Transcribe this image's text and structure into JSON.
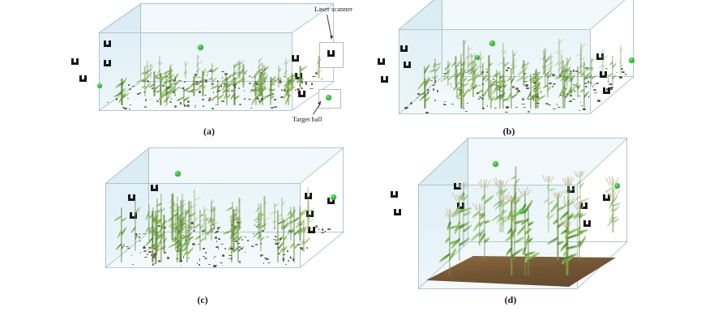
{
  "figure": {
    "caption_labels": [
      "(a)",
      "(b)",
      "(c)",
      "(d)"
    ],
    "background_color": "#ffffff"
  },
  "annotations": {
    "laser_scanner": {
      "label": "Laser scanner",
      "icon_name": "laser-scanner-icon",
      "panel": "(a)"
    },
    "target_ball": {
      "label": "Target ball",
      "icon_name": "target-ball-icon",
      "color": "#2fbe31",
      "panel": "(a)"
    }
  },
  "colors": {
    "box_glass": "#e4f1f7",
    "box_edge": "#9fb3bd",
    "scanner": "#17181a",
    "target_ball": "#2fbe31",
    "leaf_green": "#6fae3e",
    "leaf_green_dark": "#3f7a2c",
    "stalk": "#6f8c41",
    "soil_dark": "#4a3b28",
    "soil_brown": "#7b5a33",
    "tassel": "#cdbfa4"
  },
  "panels": [
    {
      "id": "a",
      "label": "(a)",
      "stage_description": "Early seedling stage maize canopy point cloud in transparent bounding box",
      "box_shape": "wide-flat cuboid",
      "scanner_count": 8,
      "target_balls_inside": 2,
      "target_balls_outside": 0,
      "canopy_fill_ratio": 0.42,
      "soil_visible": true,
      "plant_count": 46,
      "plant_height_rel": 0.38,
      "tassels": false
    },
    {
      "id": "b",
      "label": "(b)",
      "stage_description": "Vegetative stage maize canopy, denser and taller than (a)",
      "box_shape": "wide cuboid",
      "scanner_count": 7,
      "target_balls_inside": 2,
      "target_balls_outside": 1,
      "canopy_fill_ratio": 0.58,
      "soil_visible": true,
      "plant_count": 52,
      "plant_height_rel": 0.52,
      "tassels": false
    },
    {
      "id": "c",
      "label": "(c)",
      "stage_description": "Late vegetative stage maize canopy nearly filling the bounding box",
      "box_shape": "wide cuboid",
      "scanner_count": 7,
      "target_balls_inside": 2,
      "target_balls_outside": 1,
      "canopy_fill_ratio": 0.66,
      "soil_visible": true,
      "plant_count": 58,
      "plant_height_rel": 0.62,
      "tassels": false
    },
    {
      "id": "d",
      "label": "(d)",
      "stage_description": "Tasseling / mature stage maize with visible brown soil plane",
      "box_shape": "deep tall cuboid",
      "scanner_count": 8,
      "target_balls_inside": 2,
      "target_balls_outside": 1,
      "canopy_fill_ratio": 0.78,
      "soil_visible": true,
      "plant_count": 22,
      "plant_height_rel": 0.8,
      "tassels": true
    }
  ]
}
